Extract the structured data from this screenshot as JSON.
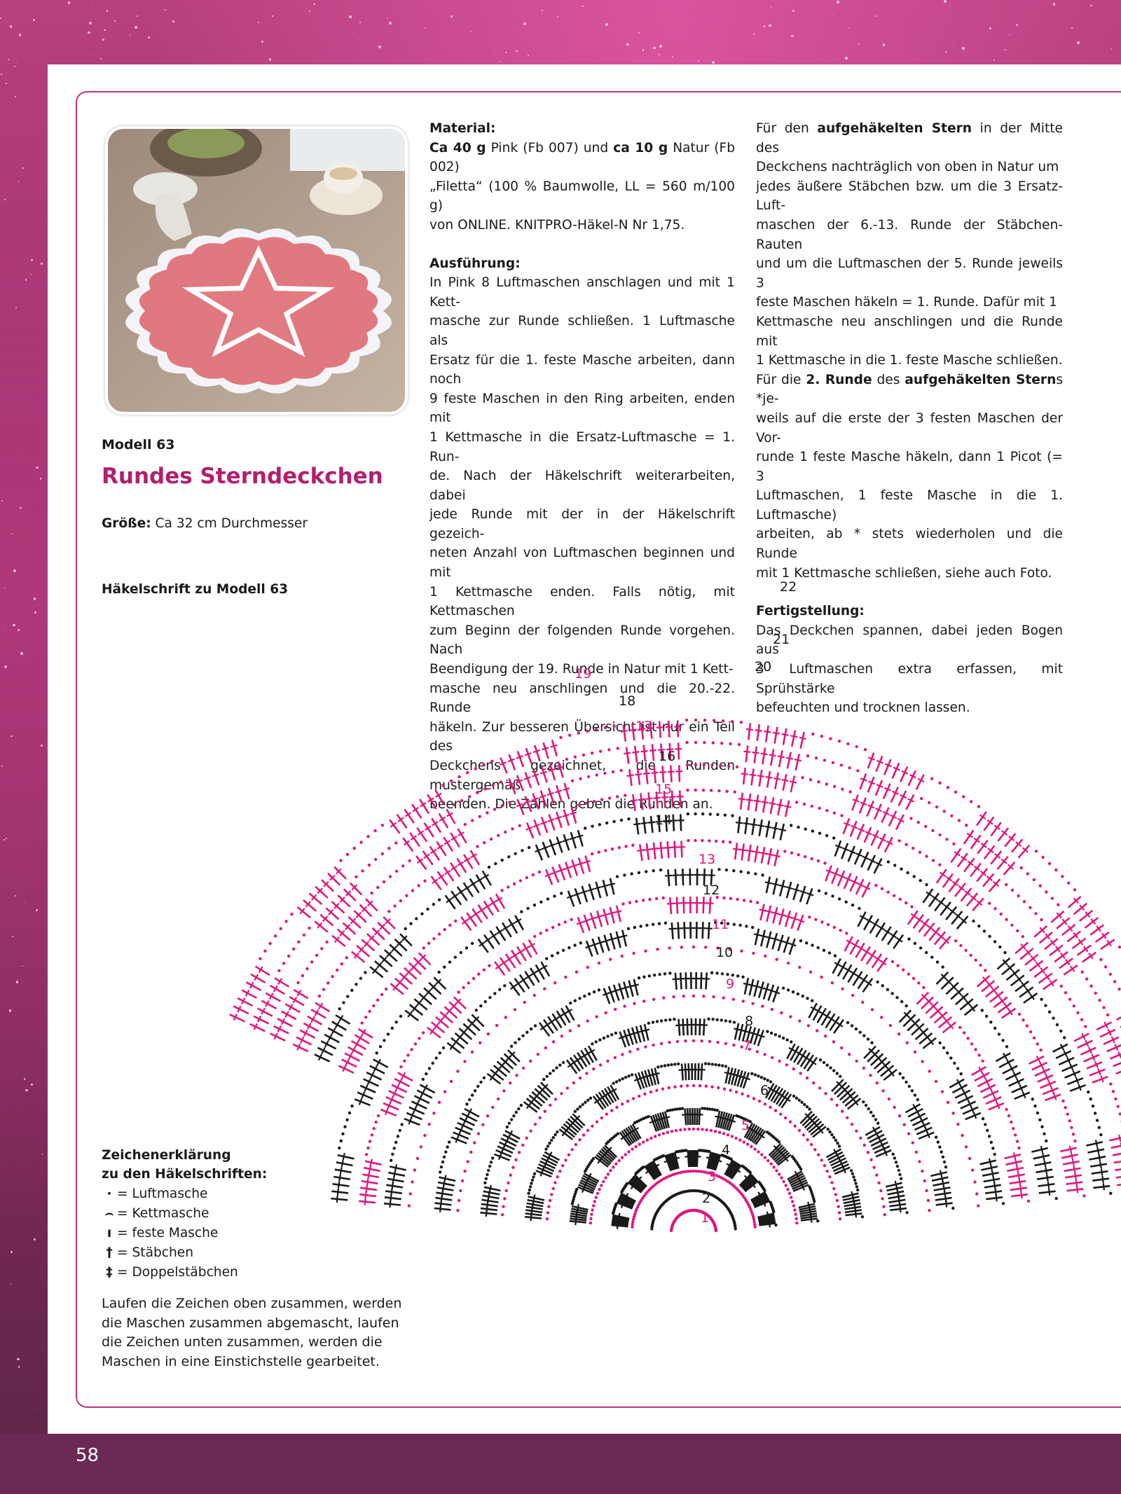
{
  "model": {
    "number_label": "Modell 63",
    "title": "Rundes Sterndeckchen",
    "size_label": "Größe:",
    "size_value": " Ca 32 cm Durchmesser"
  },
  "material": {
    "heading": "Material:",
    "lines": [
      "Ca 40 g Pink (Fb 007) und ca 10 g Natur (Fb 002)",
      "„Filetta“ (100 % Baumwolle, LL = 560 m/100 g)",
      "von ONLINE. KNITPRO-Häkel-N Nr 1,75."
    ]
  },
  "execution": {
    "heading": "Ausführung:",
    "lines": [
      "In Pink 8 Luftmaschen anschlagen und mit 1 Kett-",
      "masche zur Runde schließen. 1 Luftmasche als",
      "Ersatz für die 1. feste Masche arbeiten, dann noch",
      "9 feste Maschen in den Ring arbeiten, enden mit",
      "1 Kettmasche in die Ersatz-Luftmasche = 1. Run-",
      "de. Nach der Häkelschrift weiterarbeiten, dabei",
      "jede Runde mit der in der Häkelschrift gezeich-",
      "neten Anzahl von Luftmaschen beginnen und mit",
      "1 Kettmasche enden. Falls nötig, mit Kettmaschen",
      "zum Beginn der folgenden Runde vorgehen. Nach",
      "Beendigung der 19. Runde in Natur mit 1 Kett-",
      "masche neu anschlingen und die 20.-22. Runde",
      "häkeln. Zur besseren Übersicht ist nur ein Teil des",
      "Deckchens gezeichnet, die Runden mustergemäß",
      "beenden. Die Zahlen geben die Runden an."
    ]
  },
  "star": {
    "lines": [
      "Für den aufgehäkelten Stern in der Mitte des",
      "Deckchens nachträglich von oben in Natur um",
      "jedes äußere Stäbchen bzw. um die 3 Ersatz-Luft-",
      "maschen der 6.-13. Runde der Stäbchen-Rauten",
      "und um die Luftmaschen der 5. Runde jeweils 3",
      "feste Maschen häkeln = 1. Runde. Dafür mit 1",
      "Kettmasche neu anschlingen und die Runde mit",
      "1 Kettmasche in die 1. feste Masche schließen.",
      "Für die 2. Runde des aufgehäkelten Sterns *je-",
      "weils auf die erste der 3 festen Maschen der Vor-",
      "runde 1 feste Masche häkeln, dann 1 Picot (= 3",
      "Luftmaschen, 1 feste Masche in die 1. Luftmasche)",
      "arbeiten, ab * stets wiederholen und die Runde",
      "mit 1 Kettmasche schließen, siehe auch Foto."
    ]
  },
  "finishing": {
    "heading": "Fertigstellung:",
    "lines": [
      "Das Deckchen spannen, dabei jeden Bogen aus",
      "3 Luftmaschen extra erfassen, mit Sprühstärke",
      "befeuchten und trocknen lassen."
    ]
  },
  "chart": {
    "heading": "Häkelschrift zu Modell 63",
    "round_numbers": [
      "1",
      "2",
      "3",
      "4",
      "5",
      "6",
      "7",
      "8",
      "9",
      "10",
      "11",
      "12",
      "13",
      "14",
      "15",
      "16",
      "17",
      "18",
      "19",
      "20",
      "21",
      "22"
    ]
  },
  "legend": {
    "heading_line1": "Zeichenerklärung",
    "heading_line2": "zu den Häkelschriften:",
    "items": [
      {
        "symbol": "·",
        "label": "= Luftmasche"
      },
      {
        "symbol": "⌢",
        "label": "= Kettmasche"
      },
      {
        "symbol": "ı",
        "label": "= feste Masche"
      },
      {
        "symbol": "†",
        "label": "= Stäbchen"
      },
      {
        "symbol": "‡",
        "label": "= Doppelstäbchen"
      }
    ],
    "note_lines": [
      "Laufen die Zeichen oben zusammen, werden",
      "die Maschen zusammen abgemascht, laufen",
      "die Zeichen unten zusammen, werden die",
      "Maschen in eine Einstichstelle gearbeitet."
    ]
  },
  "page_number": "58",
  "colors": {
    "accent": "#b31e6f",
    "pink_stitch": "#e0157f",
    "black_stitch": "#1a1a1a"
  }
}
